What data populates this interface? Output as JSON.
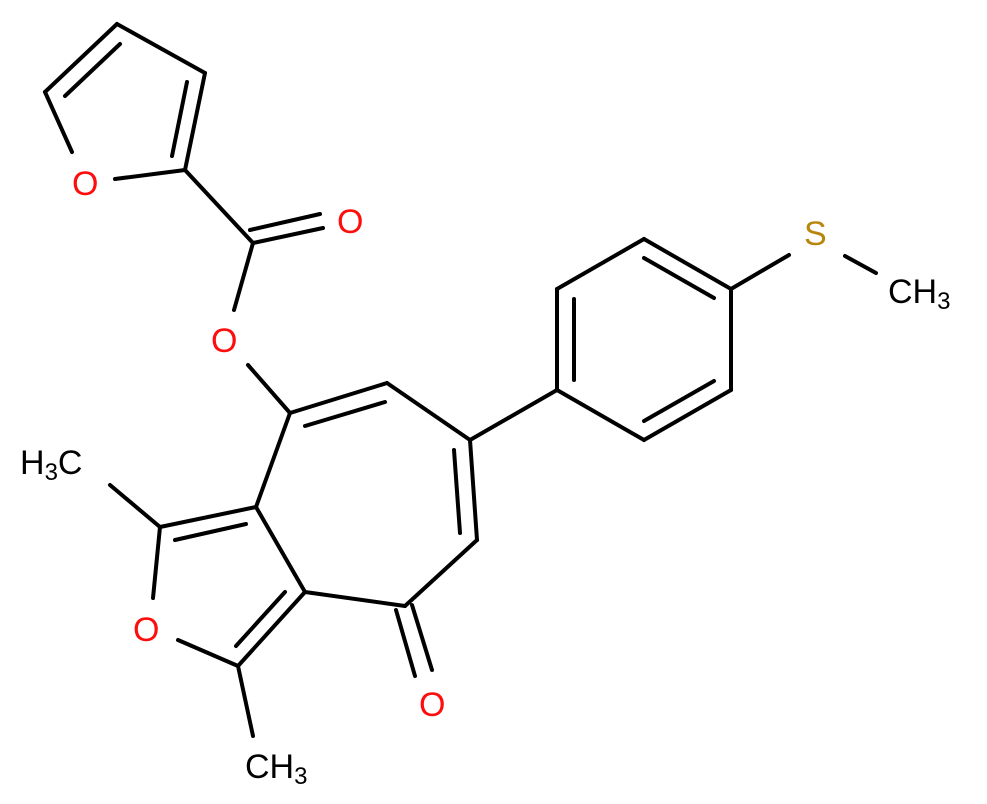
{
  "diagram": {
    "type": "chemical-structure",
    "atoms": {
      "furan_o": "O",
      "carbonyl_o": "O",
      "ester_o": "O",
      "sulfur": "S",
      "s_methyl": "CH",
      "s_methyl_sub": "3",
      "left_methyl_h": "H",
      "left_methyl_sub": "3",
      "left_methyl_c": "C",
      "ring_o": "O",
      "ketone_o": "O",
      "bottom_methyl": "CH",
      "bottom_methyl_sub": "3"
    },
    "colors": {
      "oxygen": "#ff0d0d",
      "sulfur": "#b8860b",
      "carbon": "#000000"
    }
  }
}
